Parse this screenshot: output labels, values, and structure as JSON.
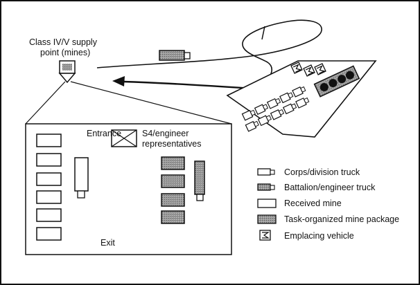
{
  "supply_point": {
    "label_line1": "Class IV/V supply",
    "label_line2": "point (mines)"
  },
  "inset": {
    "entrance_label": "Entrance",
    "exit_label": "Exit",
    "s4_label_line1": "S4/engineer",
    "s4_label_line2": "representatives"
  },
  "legend": {
    "items": [
      {
        "label": "Corps/division truck",
        "symbol": "truck-white-icon"
      },
      {
        "label": "Battalion/engineer truck",
        "symbol": "truck-gray-icon"
      },
      {
        "label": "Received mine",
        "symbol": "white-box-icon"
      },
      {
        "label": "Task-organized mine package",
        "symbol": "gray-box-icon"
      },
      {
        "label": "Emplacing vehicle",
        "symbol": "emplacing-vehicle-icon"
      }
    ]
  },
  "colors": {
    "ink": "#111111",
    "package_gray": "#8a8a8a",
    "mine_black": "#111111",
    "background": "#ffffff"
  }
}
